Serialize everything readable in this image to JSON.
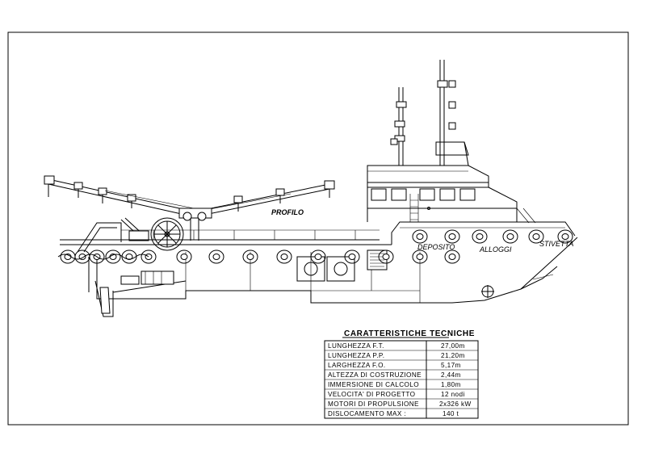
{
  "drawing": {
    "view_label": "PROFILO",
    "compartments": {
      "deposito": "DEPOSITO",
      "alloggi": "ALLOGGI",
      "stivetta": "STIVETTA"
    }
  },
  "specs": {
    "title": "CARATTERISTICHE TECNICHE",
    "rows": [
      {
        "label": "LUNGHEZZA F.T.",
        "value": "27,00m"
      },
      {
        "label": "LUNGHEZZA P.P.",
        "value": "21,20m"
      },
      {
        "label": "LARGHEZZA F.O.",
        "value": "5,17m"
      },
      {
        "label": "ALTEZZA DI COSTRUZIONE",
        "value": "2,44m"
      },
      {
        "label": "IMMERSIONE DI CALCOLO",
        "value": "1,80m"
      },
      {
        "label": "VELOCITA' DI PROGETTO",
        "value": "12 nodi"
      },
      {
        "label": "MOTORI DI PROPULSIONE",
        "value": "2x326 kW"
      },
      {
        "label": "DISLOCAMENTO MAX :",
        "value": "140 t"
      }
    ]
  }
}
